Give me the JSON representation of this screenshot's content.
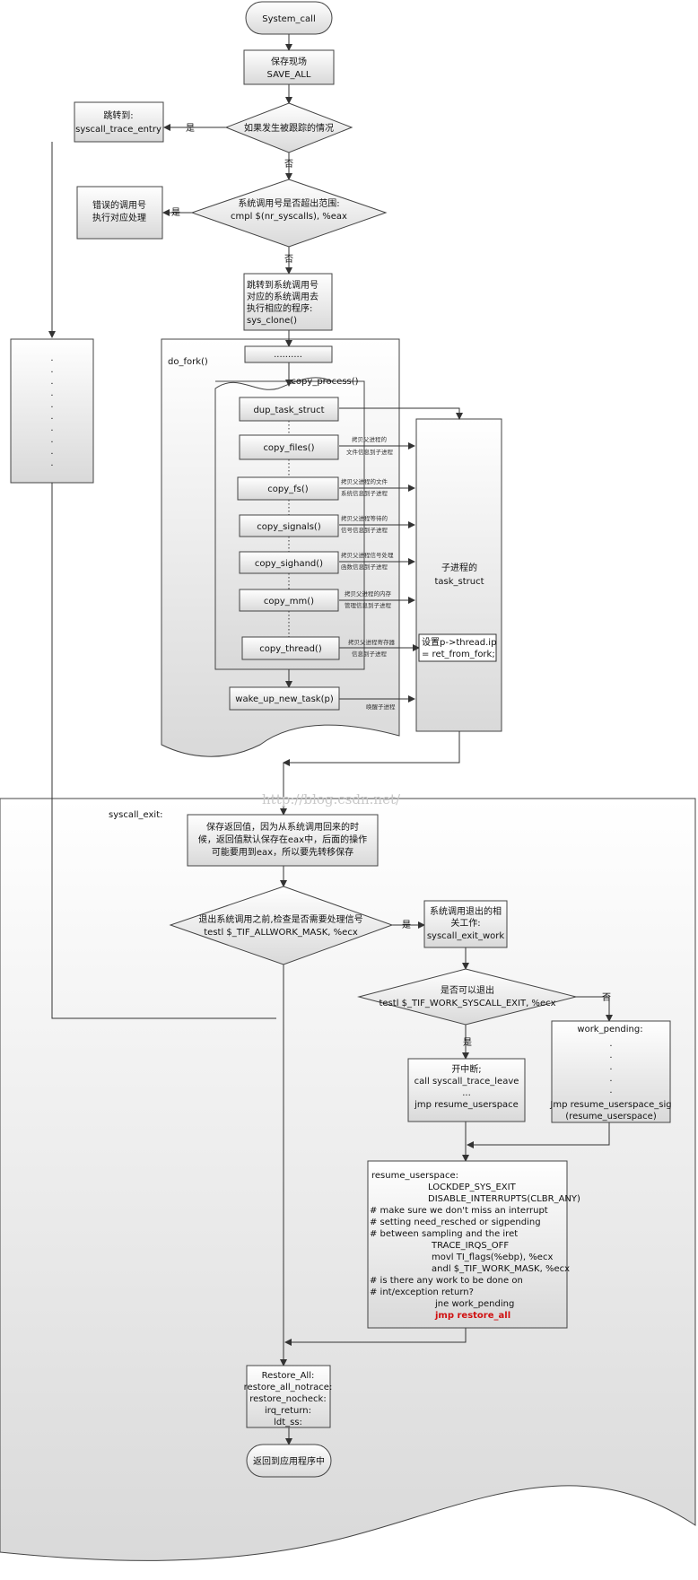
{
  "start": "System_call",
  "save_state": [
    "保存现场",
    "SAVE_ALL"
  ],
  "decision_trace": "如果发生被跟踪的情况",
  "yes_label": "是",
  "no_label": "否",
  "trace_entry": [
    "跳转到:",
    "syscall_trace_entry"
  ],
  "decision_range": [
    "系统调用号是否超出范围:",
    "cmpl $(nr_syscalls), %eax"
  ],
  "error_handling": [
    "错误的调用号",
    "执行对应处理"
  ],
  "jump_syscall": [
    "跳转到系统调用号",
    "对应的系统调用去",
    "执行相应的程序:",
    "sys_clone()"
  ],
  "left_dots": ".",
  "do_fork_label": "do_fork()",
  "ellipsis_box": "..........",
  "copy_process_label": "copy_process()",
  "steps": {
    "dup_task_struct": "dup_task_struct",
    "copy_files": "copy_files()",
    "copy_fs": "copy_fs()",
    "copy_signals": "copy_signals()",
    "copy_sighand": "copy_sighand()",
    "copy_mm": "copy_mm()",
    "copy_thread": "copy_thread()",
    "wake_up": "wake_up_new_task(p)"
  },
  "arrow_notes": {
    "files": [
      "拷贝父进程的",
      "文件信息到子进程"
    ],
    "fs": [
      "拷贝父进程的文件",
      "系统信息到子进程"
    ],
    "signals": [
      "拷贝父进程等待的",
      "信号信息到子进程"
    ],
    "sighand": [
      "拷贝父进程信号处理",
      "函数信息到子进程"
    ],
    "mm": [
      "拷贝父进程的内存",
      "管理信息到子进程"
    ],
    "thread": [
      "拷贝父进程寄存器",
      "信息到子进程"
    ],
    "wake": "唤醒子进程"
  },
  "child_task_struct": [
    "子进程的",
    "task_struct"
  ],
  "thread_ip": [
    "设置p->thread.ip",
    "= ret_from_fork;"
  ],
  "watermark": "http://blog.csdn.net/",
  "syscall_exit_label": "syscall_exit:",
  "save_return": [
    "保存返回值，因为从系统调用回来的时",
    "候，返回值默认保存在eax中，后面的操作",
    "可能要用到eax，所以要先转移保存"
  ],
  "decision_signal": [
    "退出系统调用之前,检查是否需要处理信号",
    "testl $_TIF_ALLWORK_MASK, %ecx"
  ],
  "exit_work": [
    "系统调用退出的相",
    "关工作:",
    "syscall_exit_work"
  ],
  "decision_exit": [
    "是否可以退出",
    "testl $_TIF_WORK_SYSCALL_EXIT, %ecx"
  ],
  "open_interrupt": [
    "开中断;",
    "call syscall_trace_leave",
    "...",
    "jmp resume_userspace"
  ],
  "work_pending": {
    "title": "work_pending:",
    "dots": ".",
    "end": [
      "Jmp resume_userspace_sig",
      "(resume_userspace)"
    ]
  },
  "resume_userspace": [
    "resume_userspace:",
    "LOCKDEP_SYS_EXIT",
    "DISABLE_INTERRUPTS(CLBR_ANY)",
    "# make sure we don't miss an interrupt",
    "# setting need_resched or sigpending",
    "# between sampling and the iret",
    "TRACE_IRQS_OFF",
    "movl TI_flags(%ebp), %ecx",
    "andl $_TIF_WORK_MASK, %ecx",
    "# is there any work to be done on",
    "# int/exception return?",
    "jne work_pending",
    "jmp restore_all"
  ],
  "restore_all": [
    "Restore_All:",
    "restore_all_notrace:",
    "restore_nocheck:",
    "irq_return:",
    "ldt_ss:"
  ],
  "end": "返回到应用程序中",
  "colors": {
    "box_top": "#ffffff",
    "box_bottom": "#d9d9d9",
    "stroke": "#444444",
    "highlight": "#d01010"
  }
}
